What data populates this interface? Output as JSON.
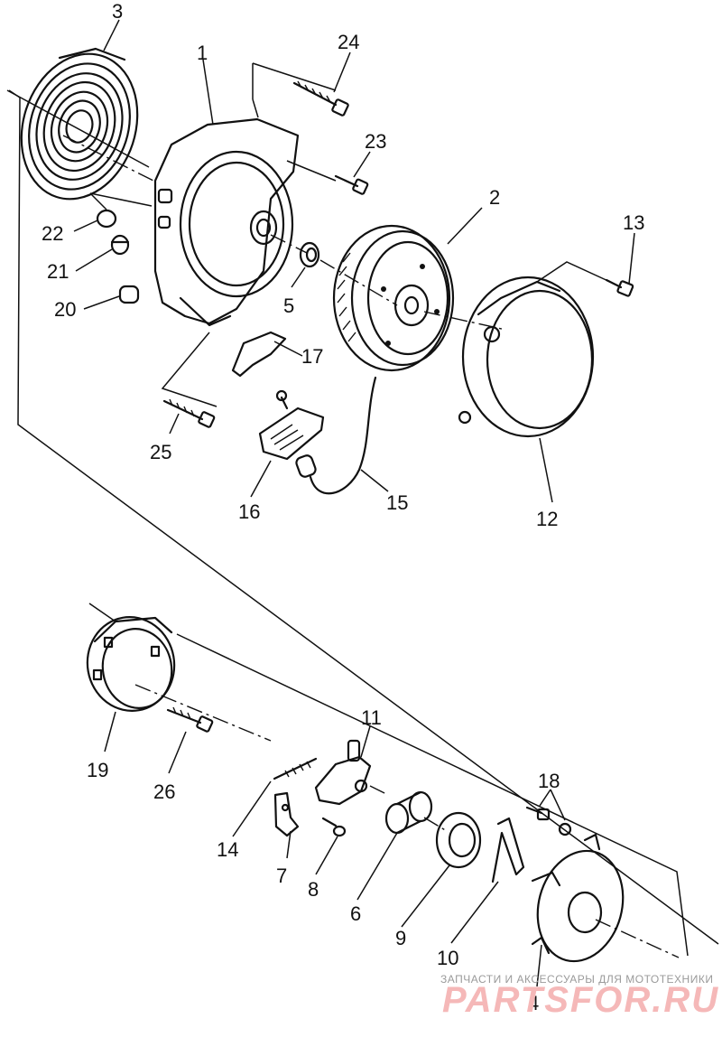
{
  "callouts": {
    "c1": "1",
    "c2": "2",
    "c3": "3",
    "c4": "4",
    "c5": "5",
    "c6": "6",
    "c7": "7",
    "c8": "8",
    "c9": "9",
    "c10": "10",
    "c11": "11",
    "c12": "12",
    "c13": "13",
    "c14": "14",
    "c15": "15",
    "c16": "16",
    "c17": "17",
    "c18": "18",
    "c19": "19",
    "c20": "20",
    "c21": "21",
    "c22": "22",
    "c23": "23",
    "c24": "24",
    "c25": "25",
    "c26": "26"
  },
  "watermark": {
    "tagline": "ЗАПЧАСТИ И АКСЕССУАРЫ ДЛЯ МОТОТЕХНИКИ",
    "brand": "PARTSFOR.RU"
  }
}
